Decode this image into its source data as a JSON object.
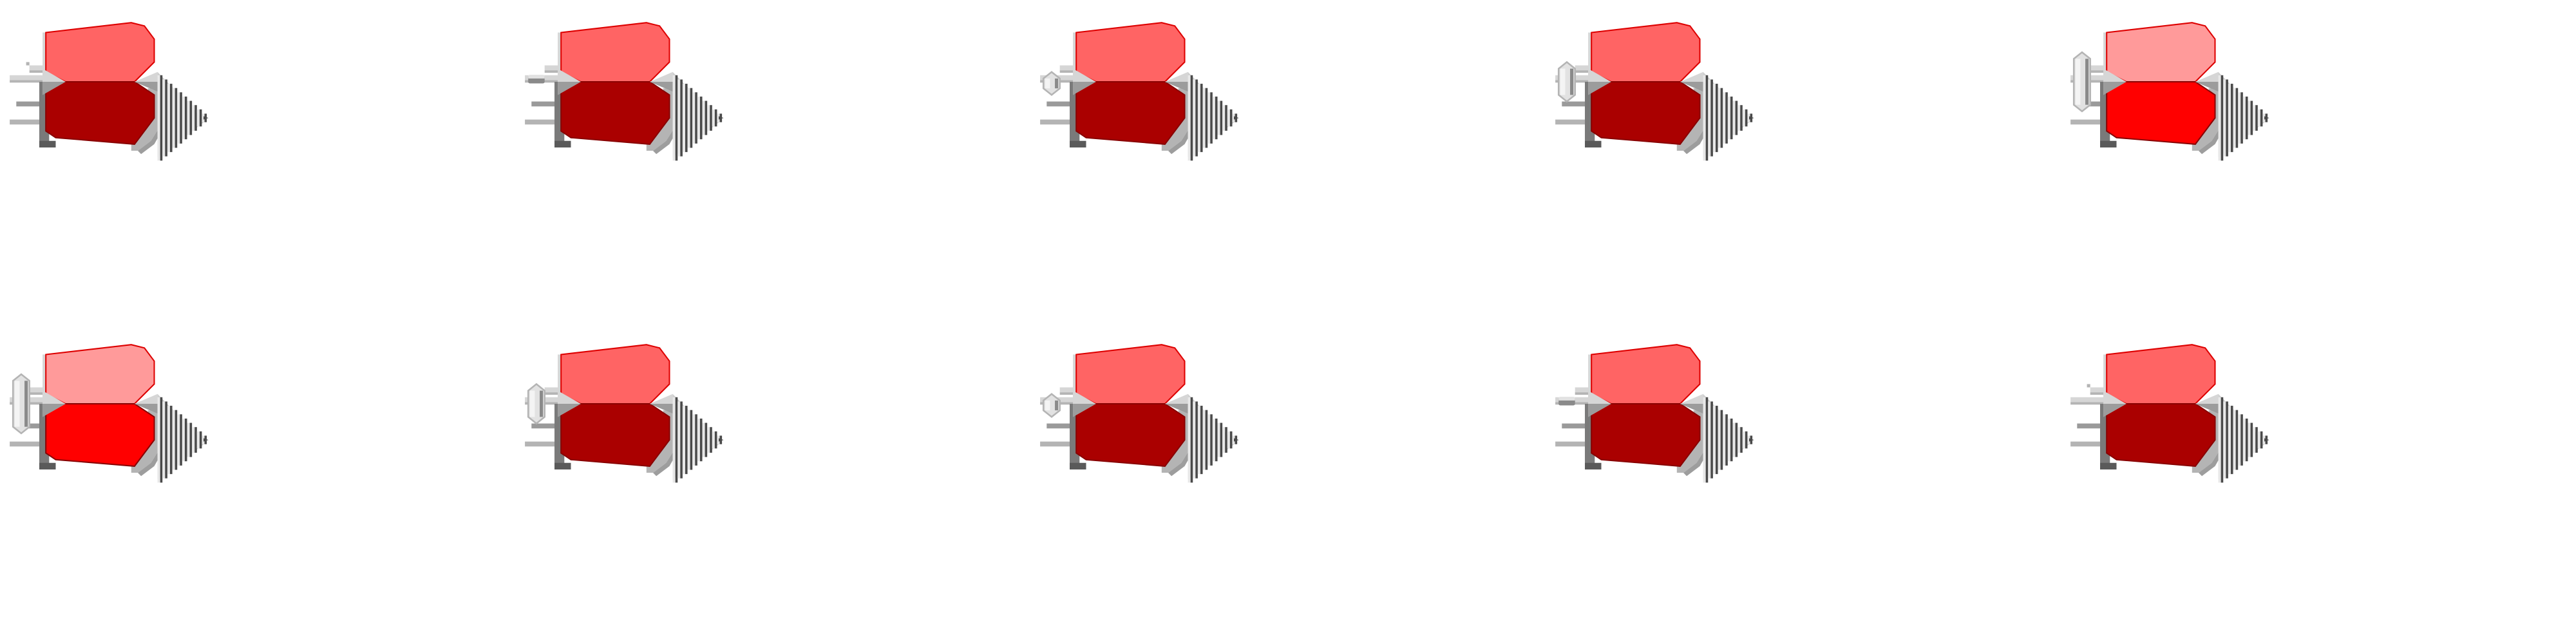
{
  "sprite_sheet": {
    "rows": 2,
    "columns": 5,
    "colors": {
      "background": "#ffffff",
      "top_normal": "#ff6464",
      "top_light": "#ff9a9a",
      "bottom_normal": "#aa0000",
      "bottom_bright": "#ff0000",
      "outline": "#dd0000",
      "frame_light": "#d6d6d6",
      "frame_mid": "#b4b4b4",
      "frame_dark": "#7a7a7a",
      "frame_darker": "#5a5a5a",
      "drill_light": "#e8e8e8",
      "drill_dark": "#4a4a4a",
      "peg_light": "#e2e2e2",
      "peg_dark": "#8a8a8a"
    },
    "frames": [
      {
        "top": "normal",
        "bottom": "normal",
        "peg": "none"
      },
      {
        "top": "normal",
        "bottom": "normal",
        "peg": "small"
      },
      {
        "top": "normal",
        "bottom": "normal",
        "peg": "round"
      },
      {
        "top": "normal",
        "bottom": "normal",
        "peg": "medium"
      },
      {
        "top": "light",
        "bottom": "bright",
        "peg": "tall"
      },
      {
        "top": "light",
        "bottom": "bright",
        "peg": "tall"
      },
      {
        "top": "normal",
        "bottom": "normal",
        "peg": "medium"
      },
      {
        "top": "normal",
        "bottom": "normal",
        "peg": "round"
      },
      {
        "top": "normal",
        "bottom": "normal",
        "peg": "small"
      },
      {
        "top": "normal",
        "bottom": "normal",
        "peg": "none"
      }
    ]
  }
}
